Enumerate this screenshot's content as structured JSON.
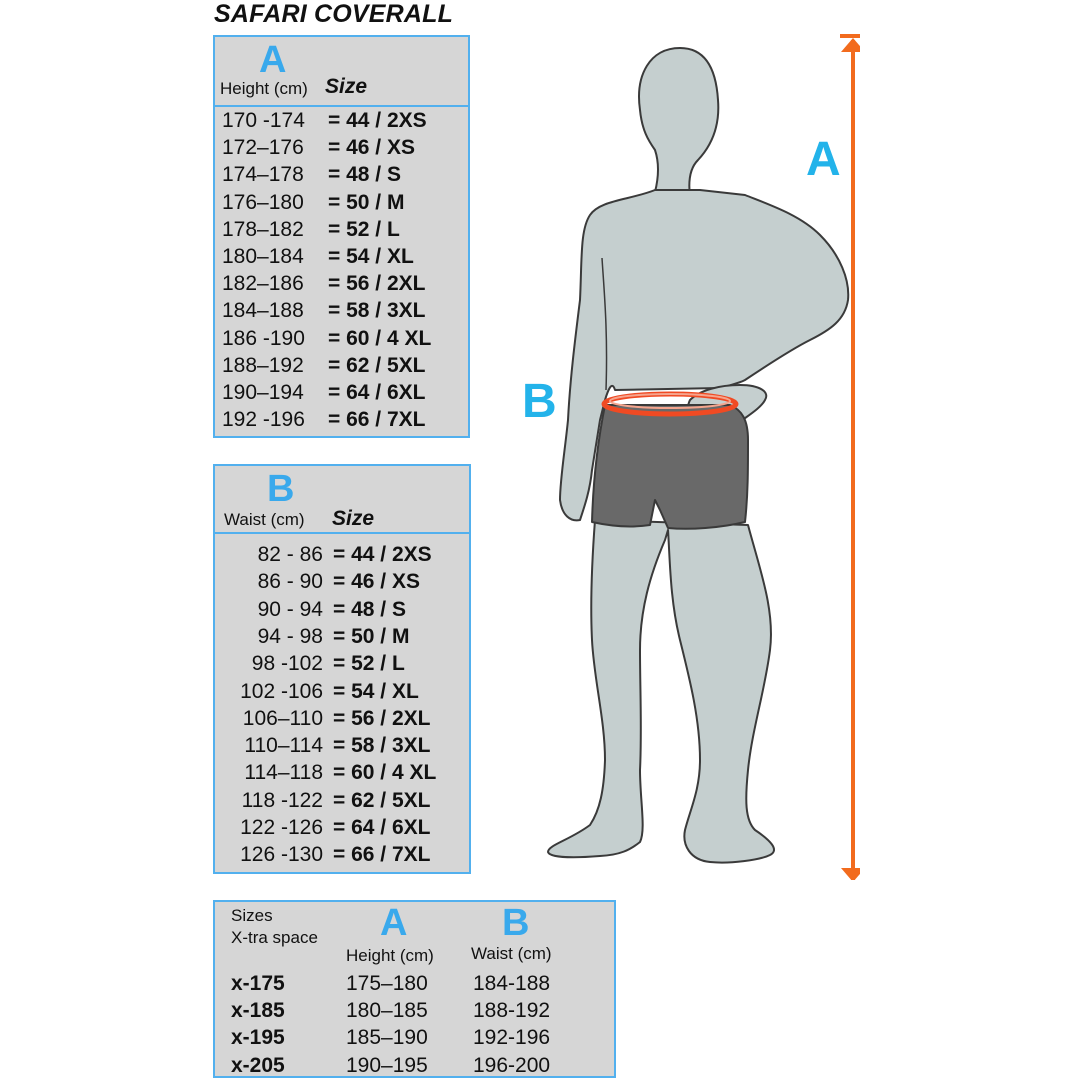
{
  "title": "SAFARI COVERALL",
  "colors": {
    "panel_fill": "#d6d6d6",
    "panel_border": "#52b0ee",
    "letter_blue": "#39a9ec",
    "arrow_orange": "#f26b1d",
    "waist_ring": "#f04a23",
    "body": "#c5cfcf",
    "shorts": "#696969"
  },
  "height_table": {
    "letter": "A",
    "col_label": "Height (cm)",
    "size_label": "Size",
    "rows": [
      {
        "range": "170 -174",
        "size": "= 44 / 2XS"
      },
      {
        "range": "172–176",
        "size": "= 46 / XS"
      },
      {
        "range": "174–178",
        "size": "= 48 / S"
      },
      {
        "range": "176–180",
        "size": "= 50 / M"
      },
      {
        "range": "178–182",
        "size": "= 52 / L"
      },
      {
        "range": "180–184",
        "size": "= 54 / XL"
      },
      {
        "range": "182–186",
        "size": "= 56 / 2XL"
      },
      {
        "range": "184–188",
        "size": "= 58 / 3XL"
      },
      {
        "range": "186 -190",
        "size": "= 60 / 4 XL"
      },
      {
        "range": "188–192",
        "size": "= 62 / 5XL"
      },
      {
        "range": "190–194",
        "size": "= 64 / 6XL"
      },
      {
        "range": "192 -196",
        "size": "= 66 / 7XL"
      }
    ]
  },
  "waist_table": {
    "letter": "B",
    "col_label": "Waist (cm)",
    "size_label": "Size",
    "rows": [
      {
        "range": "82 - 86",
        "size": "= 44 / 2XS"
      },
      {
        "range": "86 - 90",
        "size": "= 46 / XS"
      },
      {
        "range": "90 - 94",
        "size": "= 48 / S"
      },
      {
        "range": "94 - 98",
        "size": "= 50 / M"
      },
      {
        "range": "98 -102",
        "size": "= 52 / L"
      },
      {
        "range": "102 -106",
        "size": "= 54 / XL"
      },
      {
        "range": "106–110",
        "size": "= 56 / 2XL"
      },
      {
        "range": "110–114",
        "size": "= 58 / 3XL"
      },
      {
        "range": "114–118",
        "size": "= 60 / 4 XL"
      },
      {
        "range": "118 -122",
        "size": "= 62 / 5XL"
      },
      {
        "range": "122 -126",
        "size": "= 64 / 6XL"
      },
      {
        "range": "126 -130",
        "size": "= 66 / 7XL"
      }
    ]
  },
  "xtra_table": {
    "label_line1": "Sizes",
    "label_line2": "X-tra space",
    "letter_a": "A",
    "letter_b": "B",
    "col_height": "Height (cm)",
    "col_waist": "Waist (cm)",
    "rows": [
      {
        "size": "x-175",
        "height": "175–180",
        "waist": "184-188"
      },
      {
        "size": "x-185",
        "height": "180–185",
        "waist": "188-192"
      },
      {
        "size": "x-195",
        "height": "185–190",
        "waist": "192-196"
      },
      {
        "size": "x-205",
        "height": "190–195",
        "waist": "196-200"
      }
    ]
  },
  "figure": {
    "label_a": "A",
    "label_b": "B"
  }
}
